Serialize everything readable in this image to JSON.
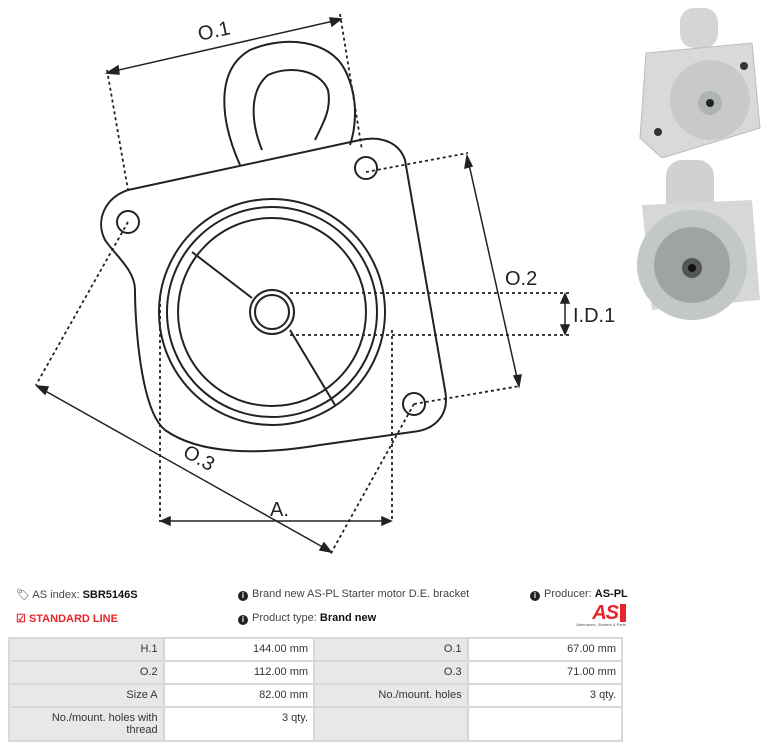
{
  "diagram": {
    "labels": {
      "o1": "O.1",
      "o2": "O.2",
      "o3": "O.3",
      "id1": "I.D.1",
      "a": "A."
    }
  },
  "info": {
    "as_index_label": "AS index:",
    "as_index": "SBR5146S",
    "line": "STANDARD LINE",
    "description": "Brand new AS-PL Starter motor D.E. bracket",
    "product_type_label": "Product type:",
    "product_type": "Brand new",
    "producer_label": "Producer:",
    "producer": "AS-PL",
    "logo_text": "AS",
    "logo_tagline": "Alternators, Starters & Parts"
  },
  "colors": {
    "accent": "#e8262a"
  },
  "table": [
    [
      "H.1",
      "144.00 mm",
      "O.1",
      "67.00 mm"
    ],
    [
      "O.2",
      "112.00 mm",
      "O.3",
      "71.00 mm"
    ],
    [
      "Size A",
      "82.00 mm",
      "No./mount. holes",
      "3 qty."
    ],
    [
      "No./mount. holes with thread",
      "3 qty.",
      "",
      ""
    ]
  ]
}
